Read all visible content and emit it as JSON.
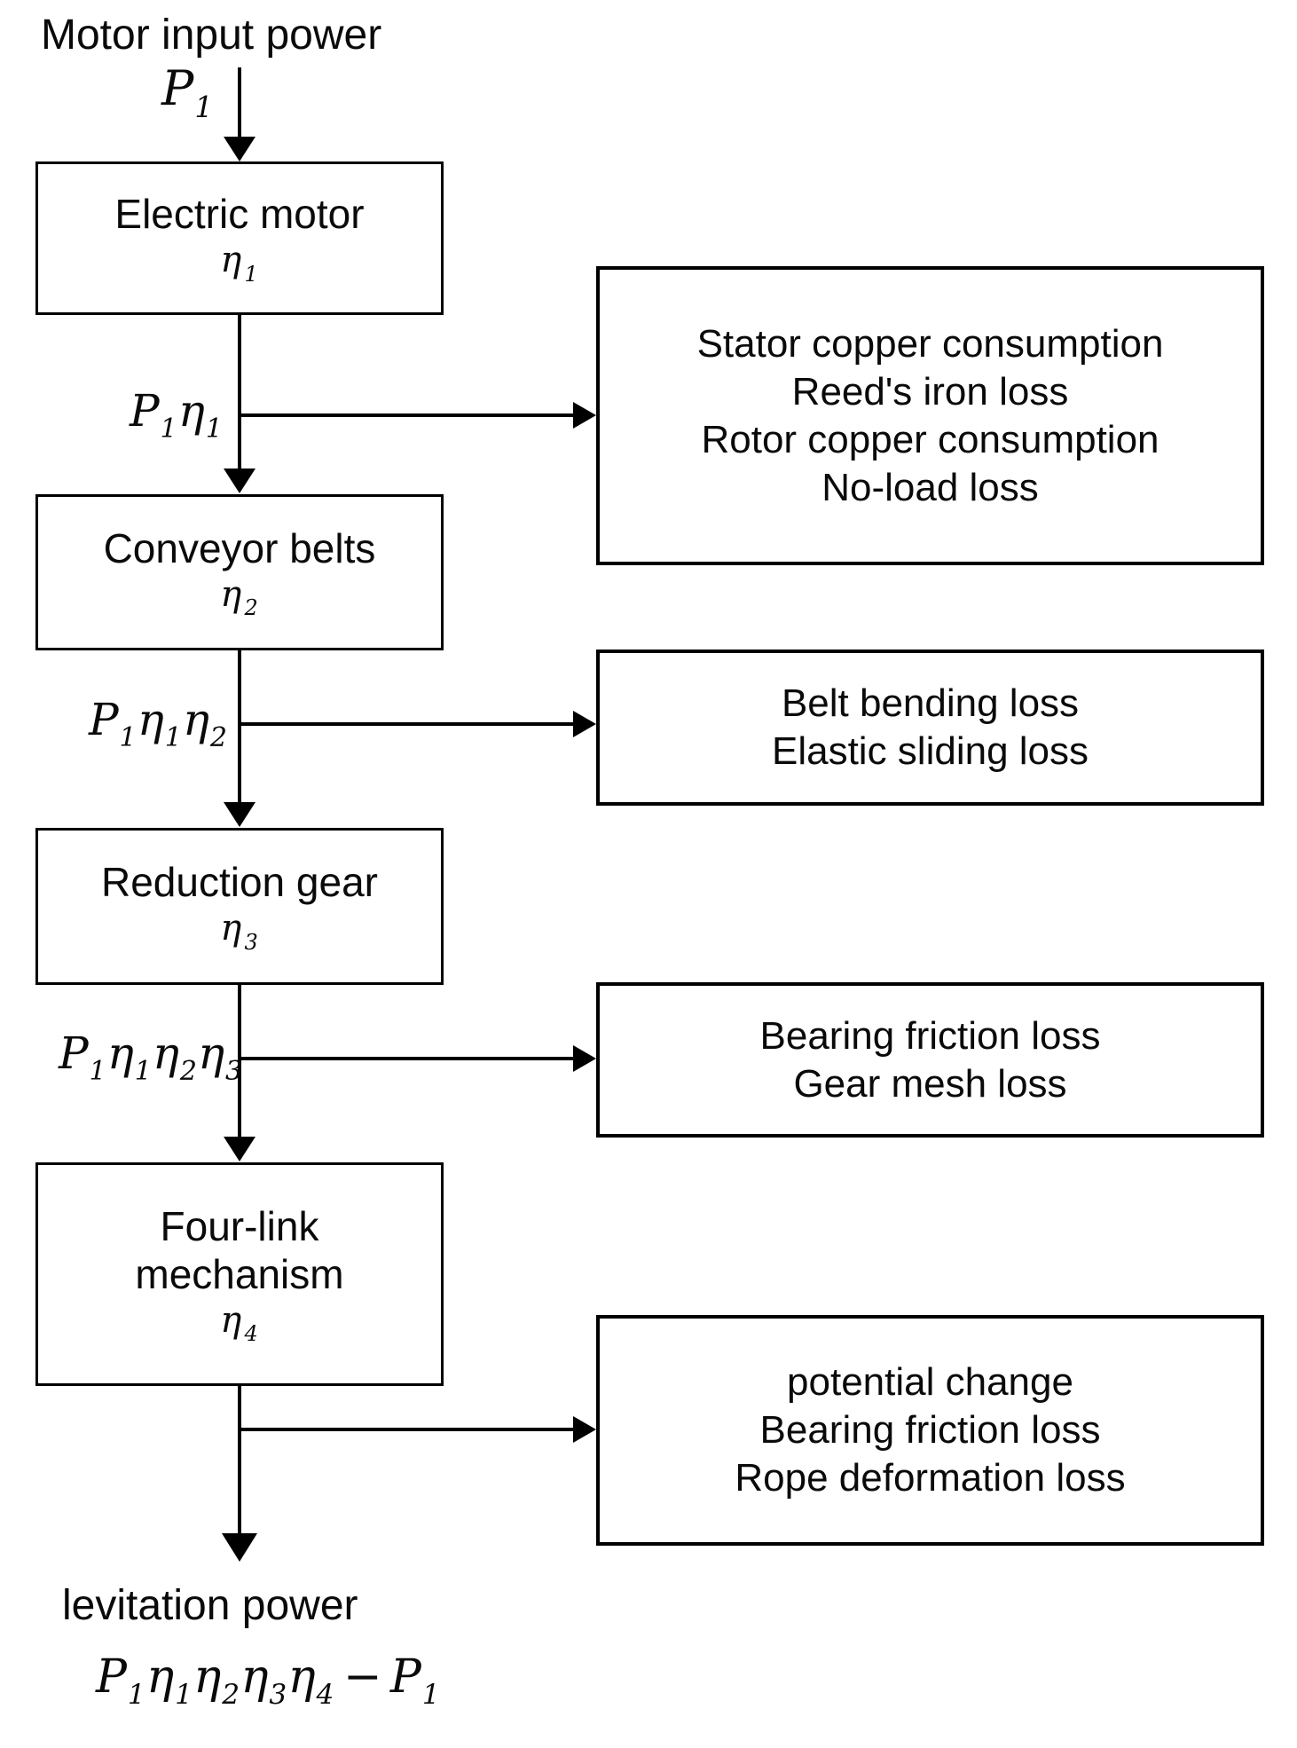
{
  "colors": {
    "ink": "#000000",
    "paper": "#ffffff"
  },
  "flow": {
    "input_label": "Motor input power",
    "output_label": "levitation power"
  },
  "nodes": [
    {
      "label": "Electric motor"
    },
    {
      "label": "Conveyor belts"
    },
    {
      "label": "Reduction gear"
    },
    {
      "label1": "Four-link",
      "label2": "mechanism"
    }
  ],
  "losses": [
    {
      "lines": [
        "Stator copper consumption",
        "Reed's iron loss",
        "Rotor copper consumption",
        "No-load loss"
      ]
    },
    {
      "lines": [
        "Belt bending loss",
        "Elastic sliding loss"
      ]
    },
    {
      "lines": [
        "Bearing friction loss",
        "Gear mesh loss"
      ]
    },
    {
      "lines": [
        "potential change",
        "Bearing friction loss",
        "Rope deformation loss"
      ]
    }
  ],
  "formulas": {
    "input": [
      [
        "P",
        "1"
      ]
    ],
    "eta1": [
      [
        "η",
        "1"
      ]
    ],
    "eta2": [
      [
        "η",
        "2"
      ]
    ],
    "eta3": [
      [
        "η",
        "3"
      ]
    ],
    "eta4": [
      [
        "η",
        "4"
      ]
    ],
    "after_motor": [
      [
        "P",
        "1"
      ],
      [
        "η",
        "1"
      ]
    ],
    "after_belts": [
      [
        "P",
        "1"
      ],
      [
        "η",
        "1"
      ],
      [
        "η",
        "2"
      ]
    ],
    "after_gear": [
      [
        "P",
        "1"
      ],
      [
        "η",
        "1"
      ],
      [
        "η",
        "2"
      ],
      [
        "η",
        "3"
      ]
    ],
    "net_output": [
      [
        "P",
        "1"
      ],
      [
        "η",
        "1"
      ],
      [
        "η",
        "2"
      ],
      [
        "η",
        "3"
      ],
      [
        "η",
        "4"
      ],
      [
        "−",
        ""
      ],
      [
        "P",
        "1"
      ]
    ]
  }
}
